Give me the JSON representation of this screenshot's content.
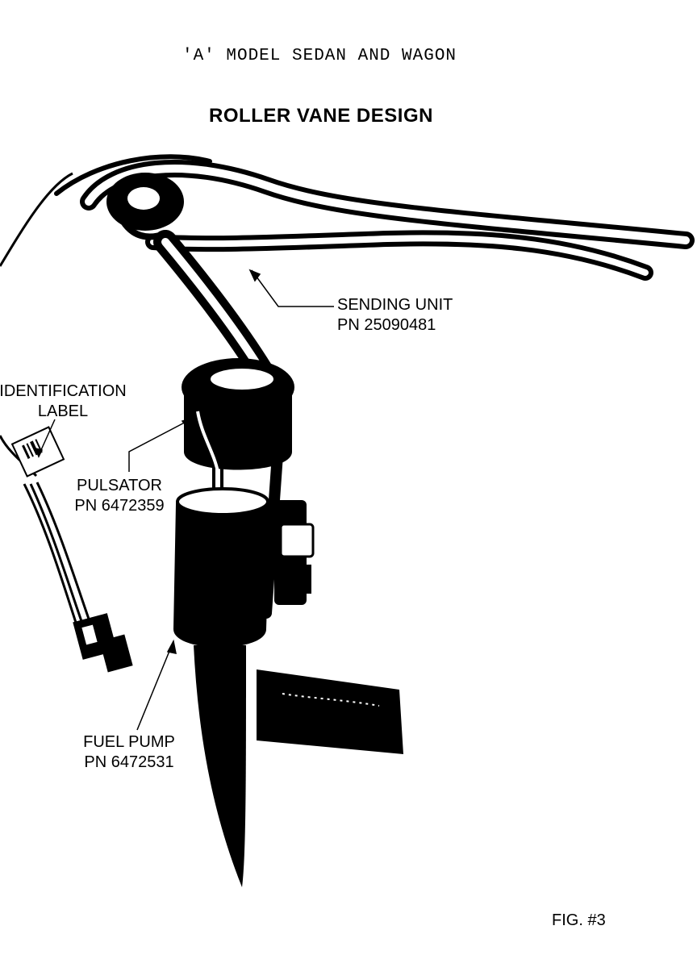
{
  "header": "'A' MODEL SEDAN AND WAGON",
  "title": "ROLLER VANE DESIGN",
  "labels": {
    "sending_unit": {
      "line1": "SENDING UNIT",
      "line2": "PN 25090481"
    },
    "identification": {
      "line1": "IDENTIFICATION",
      "line2": "LABEL"
    },
    "pulsator": {
      "line1": "PULSATOR",
      "line2": "PN 6472359"
    },
    "fuel_pump": {
      "line1": "FUEL PUMP",
      "line2": "PN 6472531"
    }
  },
  "figure_number": "FIG. #3"
}
